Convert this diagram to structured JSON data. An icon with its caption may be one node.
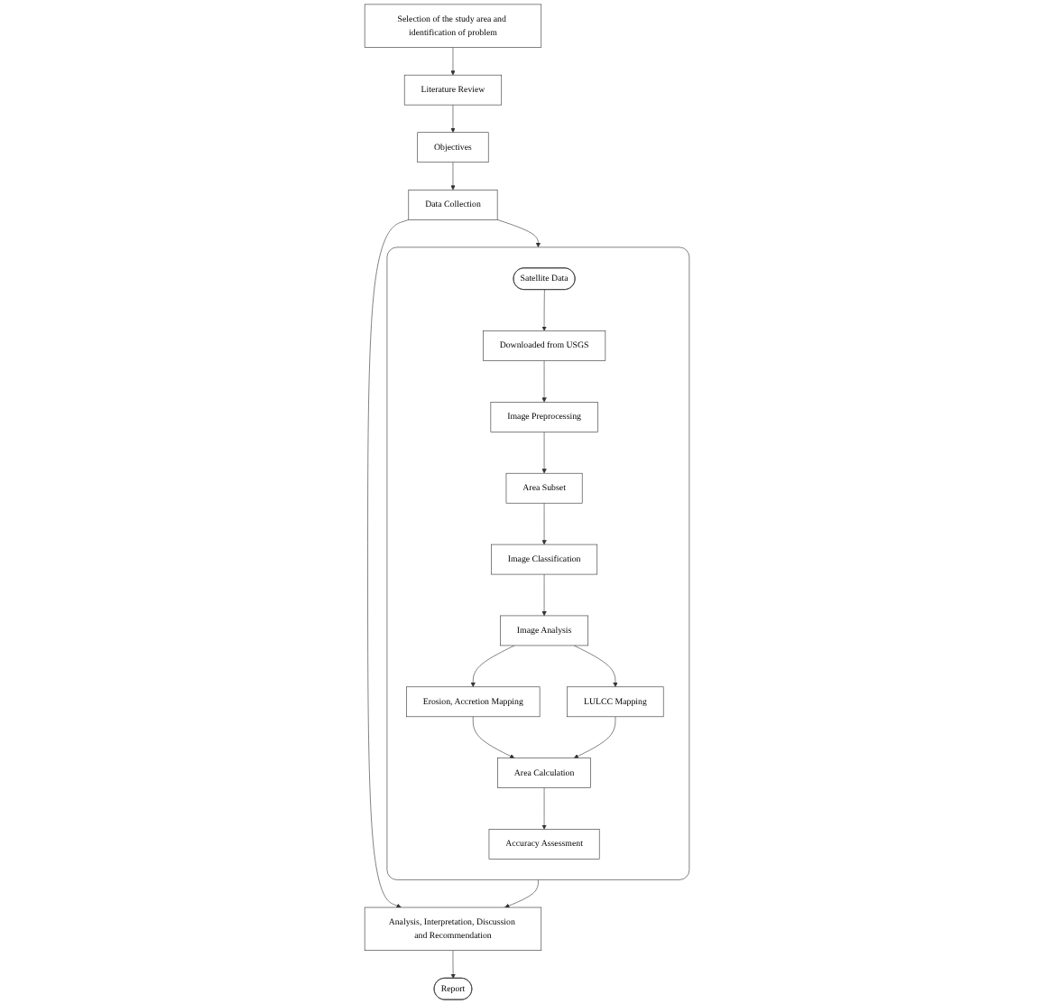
{
  "diagram": {
    "nodes": [
      {
        "text": [
          "Selection of the study area and identification of problem"
        ]
      },
      {
        "text": [],
        "shape": "box"
      },
      {
        "text": [
          "Satellite Data"
        ],
        "in": 1
      },
      {
        "text": [
          "Downloaded from USGS"
        ],
        "in": 1
      },
      {
        "text": [
          "Image Preprocessing"
        ],
        "in": 1
      },
      {
        "text": [
          "Area Subset"
        ],
        "in": 1
      },
      {
        "text": [
          "Image Classification"
        ],
        "in": 1
      },
      {
        "text": [
          "Image Analysis"
        ],
        "in": 1
      },
      {
        "text": [
          "Erosion, Accretion Mapping"
        ],
        "in": 1
      },
      {
        "text": [
          "LULCC Mapping"
        ],
        "in": 1
      },
      {
        "text": [
          "Area Calculation"
        ],
        "in": 1
      },
      {
        "text": [
          "Accuracy Assessment"
        ],
        "in": 1
      },
      {
        "text": [
          "Literature Review"
        ]
      },
      {
        "text": [
          "Objectives"
        ]
      },
      {
        "text": [
          "Data Collection"
        ]
      },
      {
        "text": [
          "Analysis, Interpretation, Discussion and Recommendation"
        ]
      },
      {
        "text": [
          "Report"
        ]
      }
    ],
    "edges": [
      {
        "from": 0,
        "to": 12,
        "arrow": "to"
      },
      {
        "from": 12,
        "to": 13,
        "arrow": "to"
      },
      {
        "from": 13,
        "to": 14,
        "arrow": "to"
      },
      {
        "from": 14,
        "to": 1,
        "arrow": "to"
      },
      {
        "from": 14,
        "to": 15,
        "arrow": "to"
      },
      {
        "from": 2,
        "to": 3,
        "arrow": "to"
      },
      {
        "from": 3,
        "to": 4,
        "arrow": "to"
      },
      {
        "from": 4,
        "to": 5,
        "arrow": "to"
      },
      {
        "from": 5,
        "to": 6,
        "arrow": "to"
      },
      {
        "from": 6,
        "to": 7,
        "arrow": "to"
      },
      {
        "from": 7,
        "to": 8,
        "arrow": "to"
      },
      {
        "from": 7,
        "to": 9,
        "arrow": "to"
      },
      {
        "from": 8,
        "to": 10,
        "arrow": "to"
      },
      {
        "from": 9,
        "to": 10,
        "arrow": "to"
      },
      {
        "from": 10,
        "to": 11,
        "arrow": "to"
      },
      {
        "from": 1,
        "to": 15,
        "arrow": "to"
      },
      {
        "from": 15,
        "to": 16,
        "arrow": "to"
      }
    ]
  }
}
